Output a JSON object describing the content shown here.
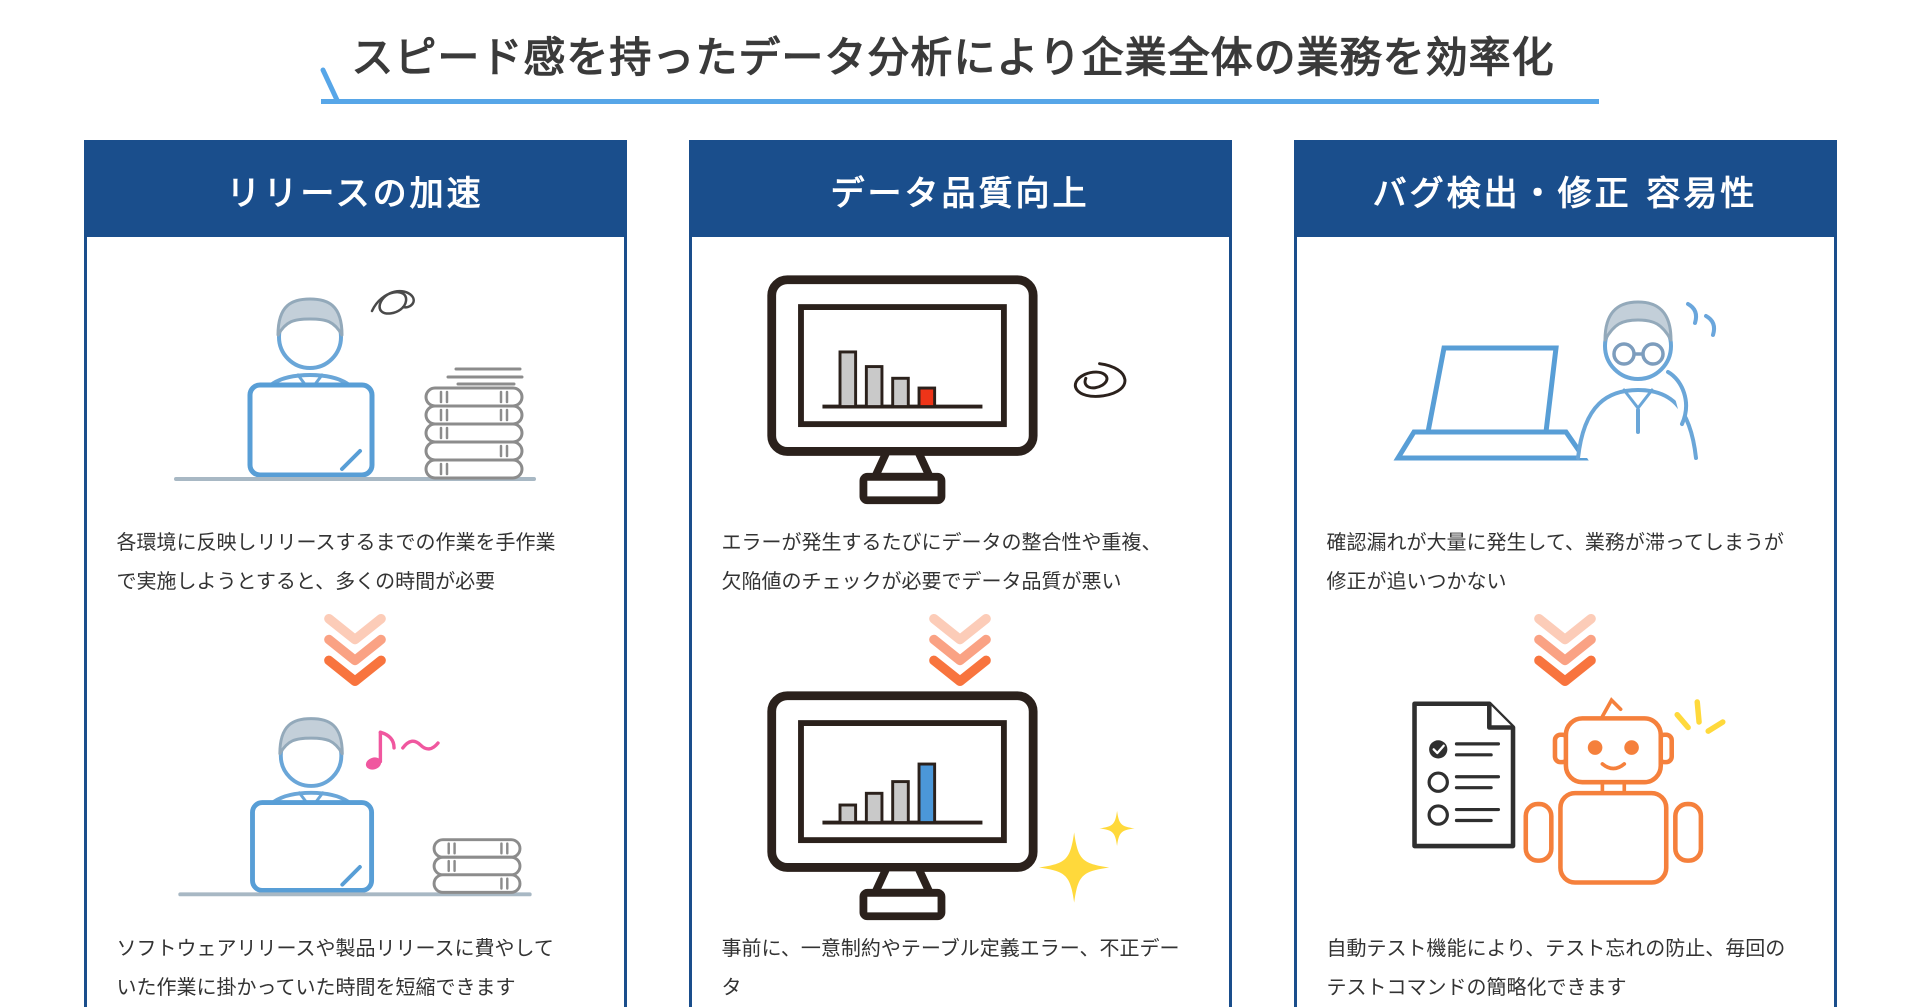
{
  "palette": {
    "primary-blue": "#1a4e8c",
    "underline-blue": "#57a6e8",
    "title-text": "#3a3a3a",
    "body-text": "#333333",
    "chevron-light": "#fcccb8",
    "chevron-mid": "#faa284",
    "chevron-dark": "#f8743e",
    "illus-blue": "#6aa6d8",
    "laptop-blue": "#589ed6",
    "line-dark": "#2b211c",
    "bar-gray": "#c9c9c9",
    "bar-red": "#ee3418",
    "bar-blue": "#4b97d9",
    "note-pink": "#f0579f",
    "sparkle-yellow": "#ffd93b",
    "robot-orange": "#f5803c",
    "doc-dark": "#2f2f2f"
  },
  "header": {
    "title": "スピード感を持ったデータ分析により企業全体の業務を効率化"
  },
  "columns": [
    {
      "id": "release-acceleration",
      "header": "リリースの加速",
      "problem": "各環境に反映しリリースするまでの作業を手作業\nで実施しようとすると、多くの時間が必要",
      "benefit": "ソフトウェアリリースや製品リリースに費やして\nいた作業に掛かっていた時間を短縮できます",
      "problem_illustration": "stressed-worker-at-laptop-with-scribble-and-books",
      "benefit_illustration": "happy-worker-at-laptop-with-music-note"
    },
    {
      "id": "data-quality",
      "header": "データ品質向上",
      "problem": "エラーが発生するたびにデータの整合性や重複、\n欠陥値のチェックが必要でデータ品質が悪い",
      "benefit": "事前に、一意制約やテーブル定義エラー、不正データ\nなどの不具合がないかをチェックできます",
      "problem_illustration": "monitor-with-declining-bar-chart-red-bar-and-swirl",
      "benefit_illustration": "monitor-with-rising-bar-chart-blue-bar-and-sparkles"
    },
    {
      "id": "bug-detection",
      "header": "バグ検出・修正 容易性",
      "problem": "確認漏れが大量に発生して、業務が滞ってしまうが\n修正が追いつかない",
      "benefit": "自動テスト機能により、テスト忘れの防止、毎回の\nテストコマンドの簡略化できます",
      "problem_illustration": "flustered-engineer-at-laptop",
      "benefit_illustration": "checklist-document-and-robot"
    }
  ]
}
